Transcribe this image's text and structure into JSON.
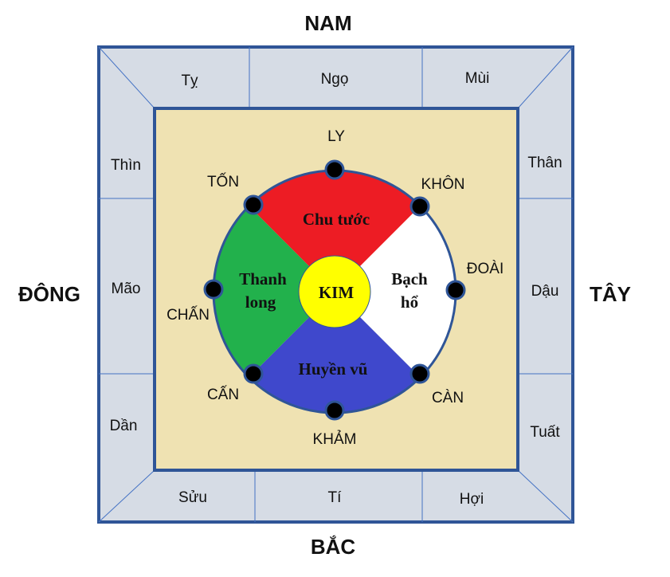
{
  "directions": {
    "south": "NAM",
    "north": "BẮC",
    "east": "ĐÔNG",
    "west": "TÂY"
  },
  "outer_cells": {
    "top": [
      "Tỵ",
      "Ngọ",
      "Mùi"
    ],
    "bottom": [
      "Sửu",
      "Tí",
      "Hợi"
    ],
    "left": [
      "Thìn",
      "Mão",
      "Dần"
    ],
    "right": [
      "Thân",
      "Dậu",
      "Tuất"
    ]
  },
  "trigrams": {
    "ly": "LY",
    "khon": "KHÔN",
    "doai": "ĐOÀI",
    "can_": "CÀN",
    "kham": "KHẢM",
    "can": "CẤN",
    "chan": "CHẤN",
    "ton": "TỐN"
  },
  "sectors": {
    "top": "Chu tước",
    "right_1": "Bạch",
    "right_2": "hổ",
    "bottom": "Huyền vũ",
    "left_1": "Thanh",
    "left_2": "long"
  },
  "center": "KIM",
  "colors": {
    "outer": "#d6dce5",
    "inner": "#efe2b2",
    "border": "#2f5597",
    "red": "#ed1c24",
    "green": "#22b14c",
    "blue": "#3f48cc",
    "white": "#ffffff",
    "yellow": "#ffff00"
  }
}
